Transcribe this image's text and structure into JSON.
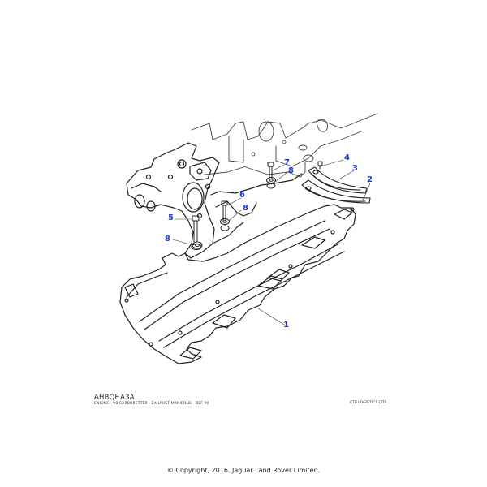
{
  "diagram": {
    "code": "AHBQHA3A",
    "description": "ENGINE - V8 CARBURETTER - EXHAUST MANIFOLD - DEF 90",
    "supplier": "CTP LOGISTICS LTD",
    "callout_color": "#1a3cd6",
    "callouts": [
      {
        "number": "1",
        "label": "exhaust-manifold-gasket"
      },
      {
        "number": "2",
        "label": "heat-shield-outer"
      },
      {
        "number": "3",
        "label": "heat-shield-inner"
      },
      {
        "number": "4",
        "label": "bolt"
      },
      {
        "number": "5",
        "label": "bolt"
      },
      {
        "number": "6",
        "label": "bolt"
      },
      {
        "number": "7",
        "label": "bolt"
      },
      {
        "number": "8",
        "label": "washer"
      },
      {
        "number": "8",
        "label": "washer"
      },
      {
        "number": "8",
        "label": "washer"
      }
    ]
  },
  "footer": {
    "copyright": "© Copyright, 2016. Jaguar Land Rover Limited."
  }
}
